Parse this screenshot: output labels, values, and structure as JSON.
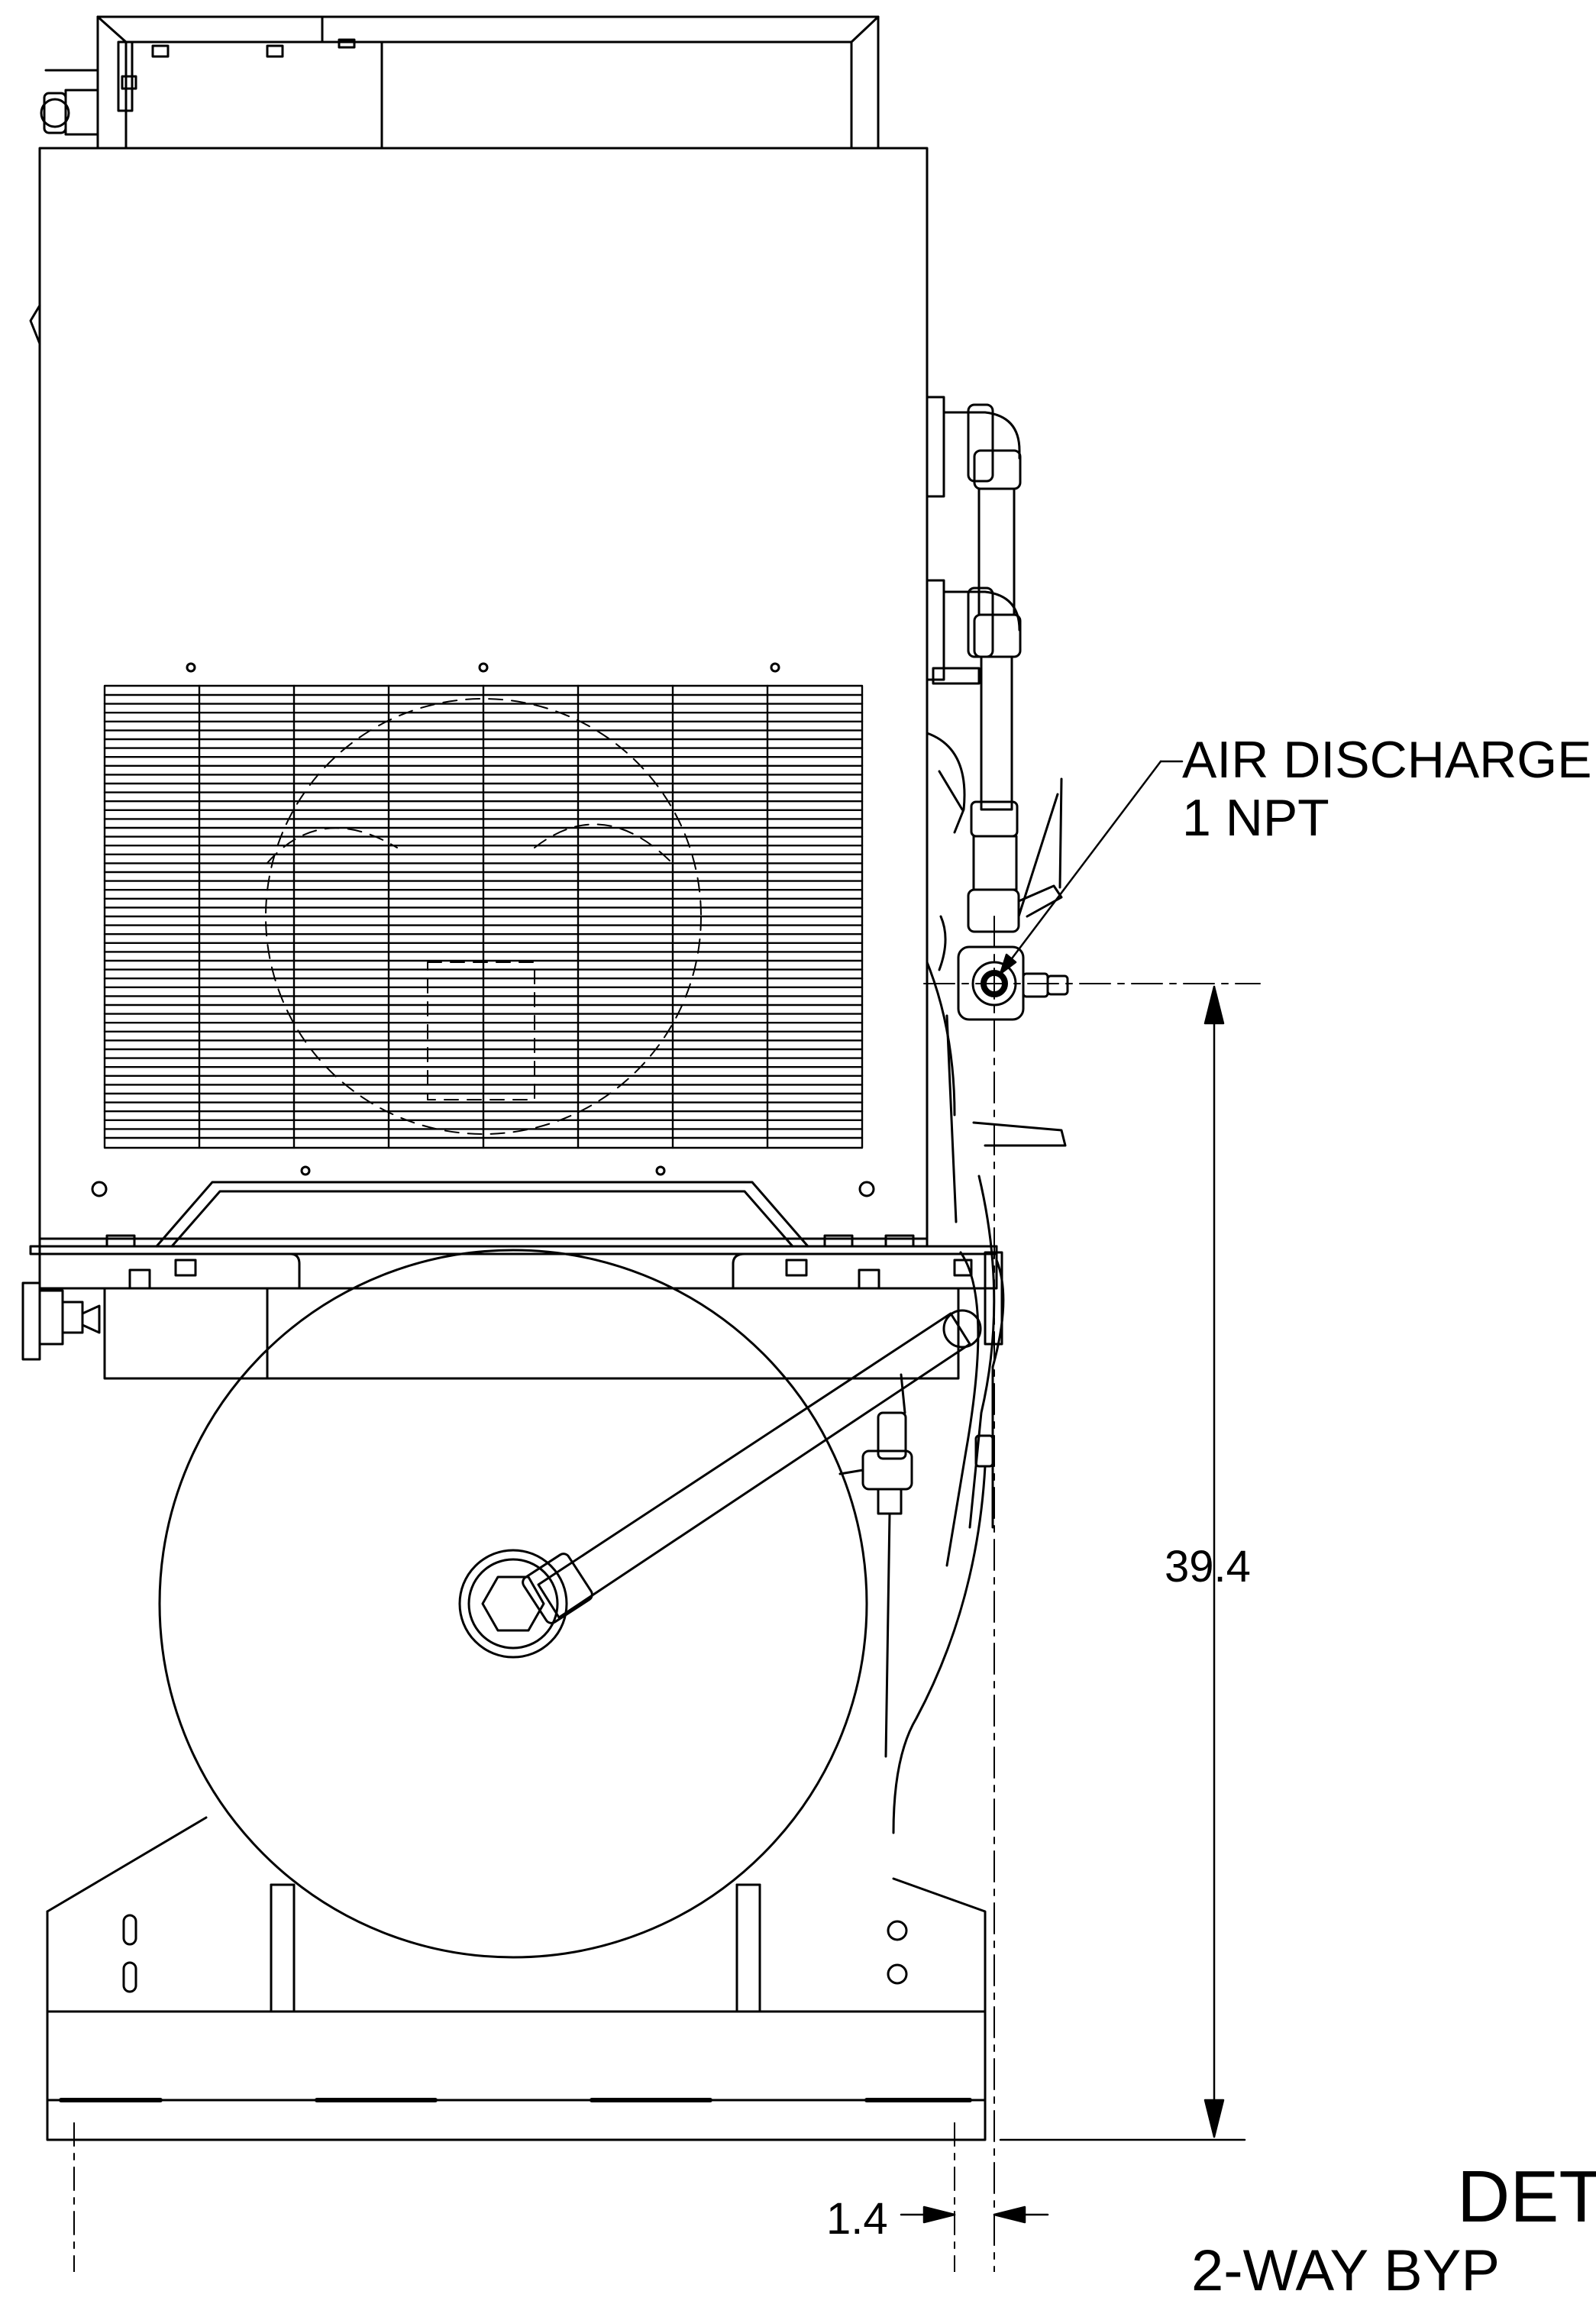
{
  "callout": {
    "line1": "AIR DISCHARGE",
    "line2": "1 NPT"
  },
  "dimensions": {
    "vertical": "39.4",
    "horizontal": "1.4"
  },
  "title_block": {
    "title": "DET",
    "subtitle": "2-WAY BYP"
  },
  "colors": {
    "line": "#000000",
    "background": "#ffffff"
  }
}
